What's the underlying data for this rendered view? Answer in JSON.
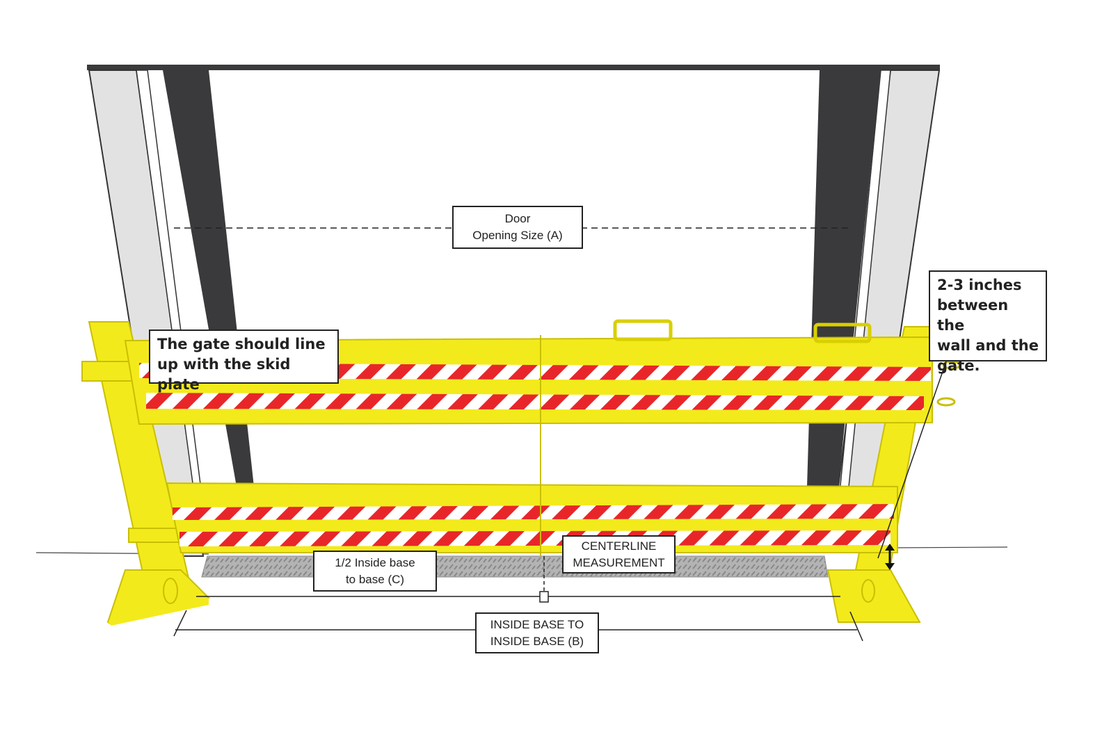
{
  "labels": {
    "door_opening": [
      "Door",
      "Opening Size (A)"
    ],
    "gate_alignment": [
      "The gate should line",
      "up with the skid plate"
    ],
    "wall_gap": [
      "2-3 inches",
      "between the",
      "wall and the",
      "gate."
    ],
    "centerline": [
      "CENTERLINE",
      "MEASUREMENT"
    ],
    "half_base": [
      "1/2 Inside base",
      "to base (C)"
    ],
    "inside_base": [
      "INSIDE BASE TO",
      "INSIDE BASE (B)"
    ]
  },
  "colors": {
    "gate_yellow": "#f3ea1c",
    "gate_outline": "#c9bf00",
    "hazard_red": "#e8262a",
    "hazard_white": "#ffffff",
    "door_frame_dark": "#3a3a3c",
    "door_frame_light": "#d9d9d9",
    "skid_plate": "#a9a9a9",
    "line": "#222222"
  },
  "icons": {
    "double_arrow": "vertical-double-arrow-icon",
    "center_marker": "square-marker-icon"
  }
}
